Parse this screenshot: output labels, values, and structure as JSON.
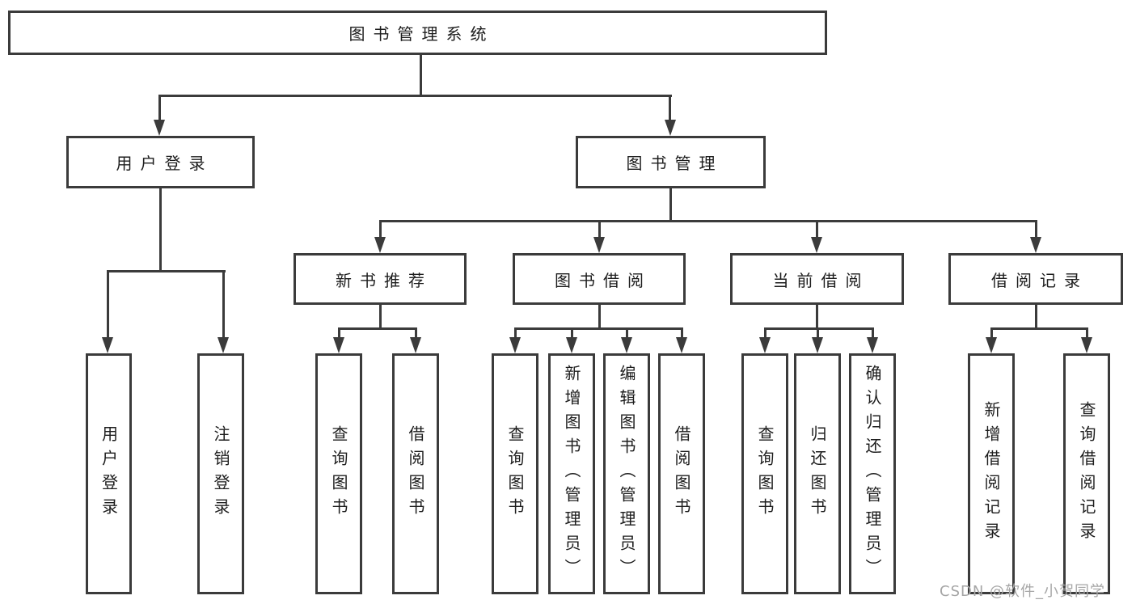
{
  "diagram": {
    "type": "hierarchy-tree",
    "nodes": {
      "root": "图书管理系统",
      "user_login": "用户登录",
      "book_mgmt": "图书管理",
      "new_books": "新书推荐",
      "book_borrow": "图书借阅",
      "current_borrow": "当前借阅",
      "borrow_records": "借阅记录"
    },
    "leaves": {
      "user_login": [
        "用户登录",
        "注销登录"
      ],
      "new_books": [
        "查询图书",
        "借阅图书"
      ],
      "book_borrow": [
        "查询图书",
        "新增图书（管理员）",
        "编辑图书（管理员）",
        "借阅图书"
      ],
      "current_borrow": [
        "查询图书",
        "归还图书",
        "确认归还（管理员）"
      ],
      "borrow_records": [
        "新增借阅记录",
        "查询借阅记录"
      ]
    },
    "colors": {
      "line": "#3b3b3b",
      "text": "#1d1d1d",
      "background": "#ffffff",
      "watermark": "#a6a6a6"
    }
  },
  "watermark": "CSDN @软件_小贺同学"
}
